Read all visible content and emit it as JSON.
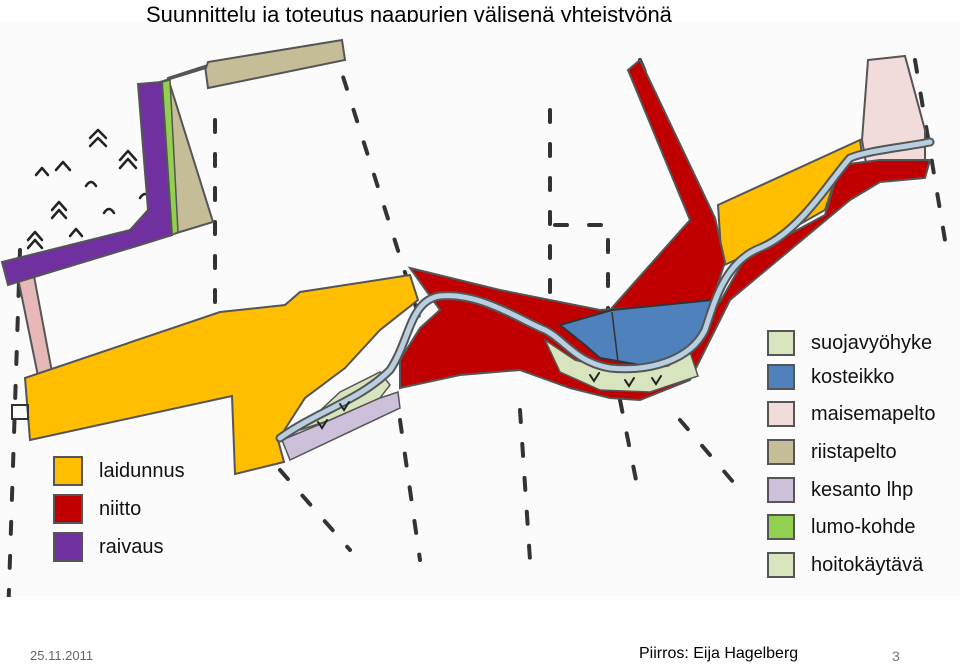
{
  "title": "Suunnittelu ja toteutus naapurien välisenä yhteistyönä",
  "colors": {
    "laidunnus": "#FFBE00",
    "niitto": "#C00000",
    "raivaus": "#7030A0",
    "suojavyohyke": "#D7E4BD",
    "kosteikko": "#4F81BD",
    "maisemapelto": "#F2DCDB",
    "riistapelto": "#C4BD97",
    "kesanto_lhp": "#CCC0DA",
    "lumo_kohde": "#92D050",
    "hoitokaytava": "#D7E4BD",
    "stream": "#B7CFE0"
  },
  "legend_left": [
    {
      "label": "laidunnus",
      "color": "#FFBE00"
    },
    {
      "label": "niitto",
      "color": "#C00000"
    },
    {
      "label": "raivaus",
      "color": "#7030A0"
    }
  ],
  "legend_right": [
    {
      "label": "suojavyöhyke",
      "color": "#D7E4BD"
    },
    {
      "label": "kosteikko",
      "color": "#4F81BD"
    },
    {
      "label": "maisemapelto",
      "color": "#F2DCDB"
    },
    {
      "label": "riistapelto",
      "color": "#C4BD97"
    },
    {
      "label": "kesanto lhp",
      "color": "#CCC0DA"
    },
    {
      "label": "lumo-kohde",
      "color": "#92D050"
    },
    {
      "label": "hoitokäytävä",
      "color": "#D7E4BD"
    }
  ],
  "footer": {
    "date": "25.11.2011",
    "credit": "Piirros: Eija Hagelberg",
    "page": "3"
  }
}
